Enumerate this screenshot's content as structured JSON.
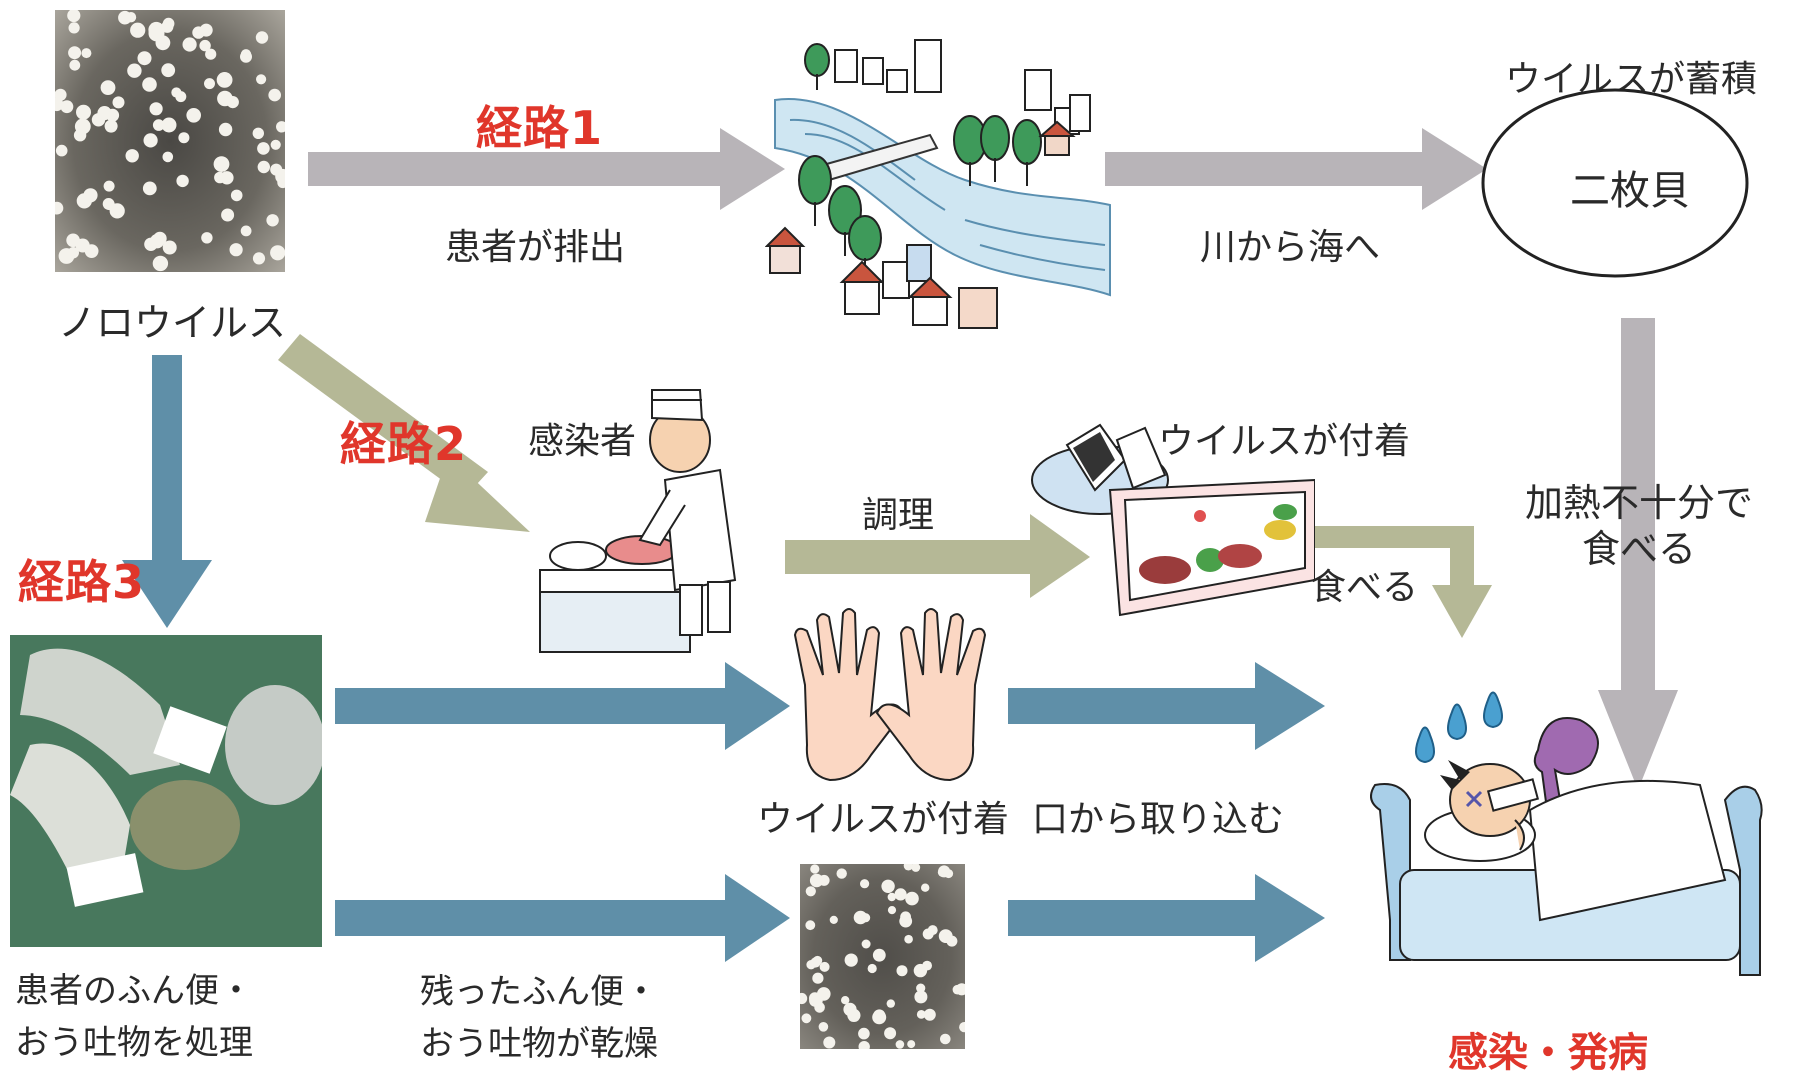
{
  "nodes": {
    "norovirus": "ノロウイルス",
    "bivalve": "二枚貝",
    "patient_processing": "患者のふん便・\nおう吐物を処理",
    "outcome": "感染・発病"
  },
  "routes": {
    "route1": "経路1",
    "route2": "経路2",
    "route3": "経路3"
  },
  "labels": {
    "patient_excretes": "患者が排出",
    "river_to_sea": "川から海へ",
    "virus_accumulates": "ウイルスが蓄積",
    "infected_person": "感染者",
    "cooking": "調理",
    "virus_attached_food": "ウイルスが付着",
    "eat": "食べる",
    "undercooked_eat": "加熱不十分で\n食べる",
    "virus_attached_hands": "ウイルスが付着",
    "ingest_mouth": "口から取り込む",
    "dried_residue": "残ったふん便・\nおう吐物が乾燥"
  },
  "colors": {
    "route_label": "#e0362b",
    "gray_arrow": "#b8b4b8",
    "olive_arrow": "#b5b896",
    "blue_arrow": "#5f8fa8",
    "text": "#2a2a2a"
  }
}
